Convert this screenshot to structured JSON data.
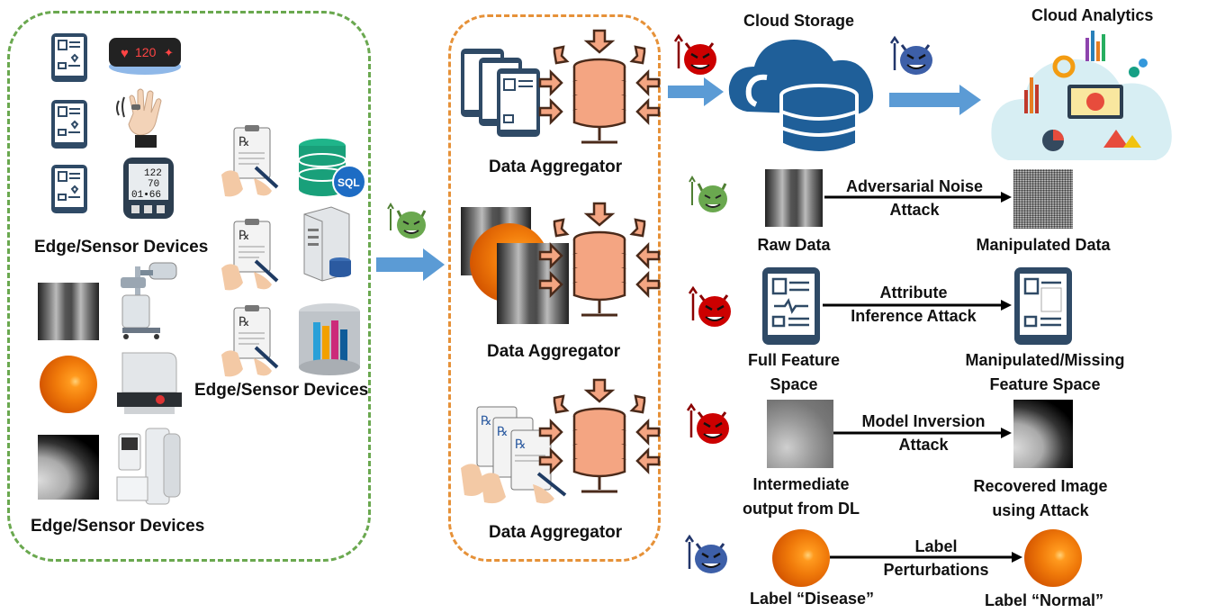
{
  "labels": {
    "edge_devices_1": "Edge/Sensor Devices",
    "edge_devices_2": "Edge/Sensor Devices",
    "edge_devices_3": "Edge/Sensor Devices",
    "aggregator_1": "Data Aggregator",
    "aggregator_2": "Data Aggregator",
    "aggregator_3": "Data Aggregator",
    "cloud_storage": "Cloud Storage",
    "cloud_analytics": "Cloud Analytics",
    "sql": "SQL",
    "heart_rate": "120",
    "bp_readings": [
      "122",
      "70",
      "01•66"
    ]
  },
  "attacks": [
    {
      "left_line1": "Raw Data",
      "left_line2": "",
      "attack_line1": "Adversarial Noise",
      "attack_line2": "Attack",
      "right_line1": "Manipulated Data",
      "right_line2": "",
      "attacker_color": "green"
    },
    {
      "left_line1": "Full Feature",
      "left_line2": "Space",
      "attack_line1": "Attribute",
      "attack_line2": "Inference Attack",
      "right_line1": "Manipulated/Missing",
      "right_line2": "Feature Space",
      "attacker_color": "red"
    },
    {
      "left_line1": "Intermediate",
      "left_line2": "output from DL",
      "attack_line1": "Model Inversion",
      "attack_line2": "Attack",
      "right_line1": "Recovered Image",
      "right_line2": "using Attack",
      "attacker_color": "red"
    },
    {
      "left_line1": "Label “Disease”",
      "left_line2": "",
      "attack_line1": "Label",
      "attack_line2": "Perturbations",
      "right_line1": "Label “Normal”",
      "right_line2": "",
      "attacker_color": "blue"
    }
  ],
  "colors": {
    "green_border": "#6aa84f",
    "orange_border": "#e69138",
    "arrow_blue": "#5b9bd5",
    "db_orange": "#f4a582",
    "cloud_blue": "#1f5f99",
    "attacker_red": "#cc0000",
    "attacker_green": "#6aa84f",
    "attacker_blue": "#3d5fa8"
  }
}
